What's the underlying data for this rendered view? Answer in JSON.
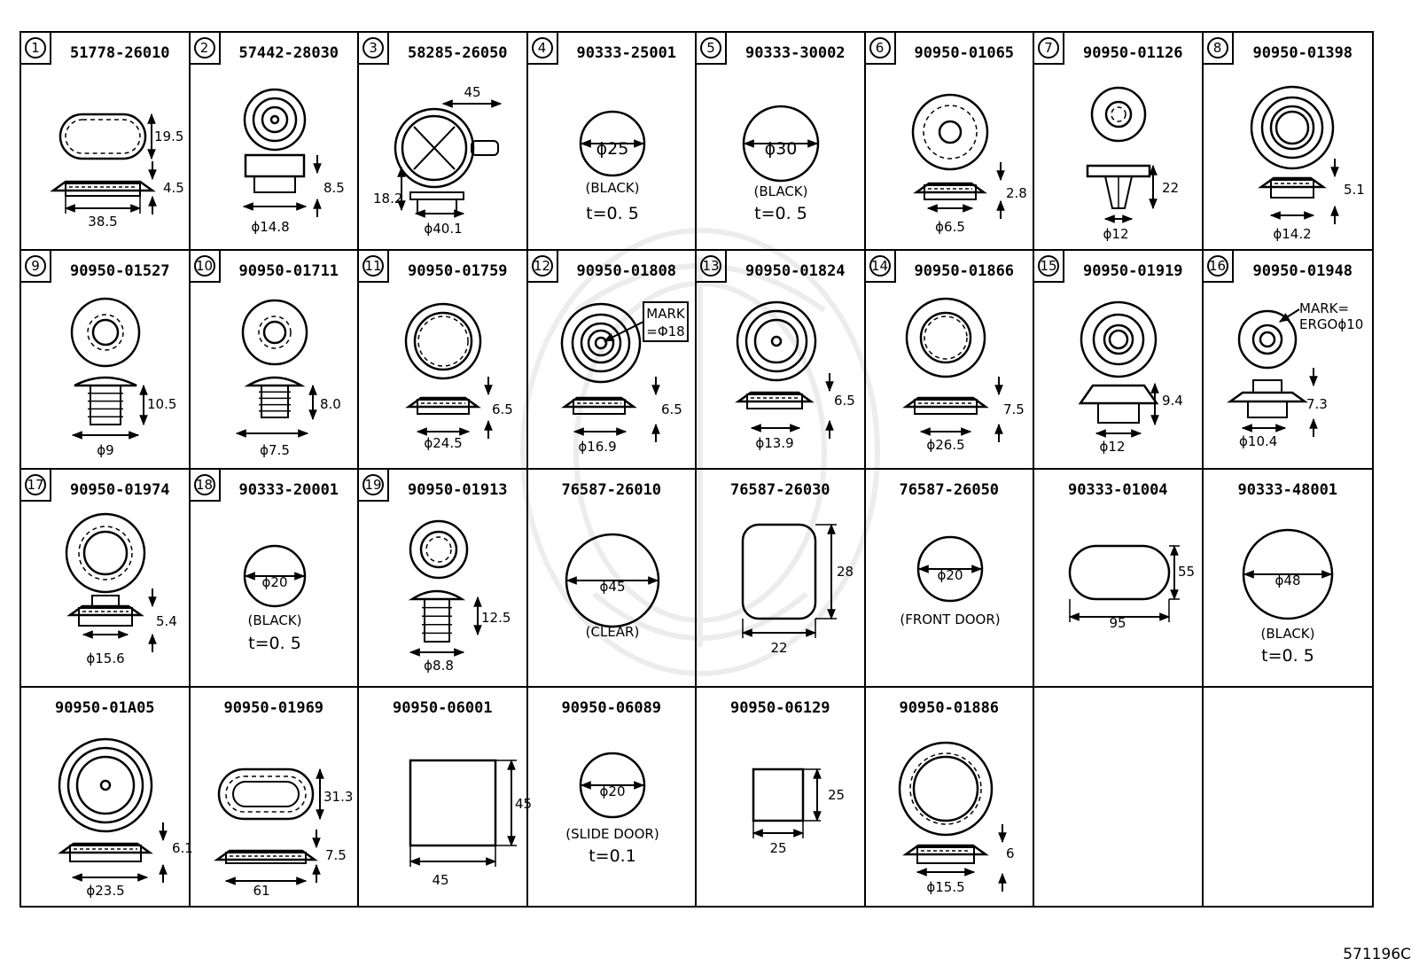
{
  "cells": [
    {
      "index": "1",
      "part": "51778-26010",
      "labels": [
        "19.5",
        "4.5",
        "38.5"
      ]
    },
    {
      "index": "2",
      "part": "57442-28030",
      "labels": [
        "8.5",
        "ϕ14.8"
      ]
    },
    {
      "index": "3",
      "part": "58285-26050",
      "labels": [
        "45",
        "18.2",
        "ϕ40.1"
      ]
    },
    {
      "index": "4",
      "part": "90333-25001",
      "labels": [
        "ϕ25",
        "(BLACK)",
        "t=0. 5"
      ]
    },
    {
      "index": "5",
      "part": "90333-30002",
      "labels": [
        "ϕ30",
        "(BLACK)",
        "t=0. 5"
      ]
    },
    {
      "index": "6",
      "part": "90950-01065",
      "labels": [
        "2.8",
        "ϕ6.5"
      ]
    },
    {
      "index": "7",
      "part": "90950-01126",
      "labels": [
        "22",
        "ϕ12"
      ]
    },
    {
      "index": "8",
      "part": "90950-01398",
      "labels": [
        "5.1",
        "ϕ14.2"
      ]
    },
    {
      "index": "9",
      "part": "90950-01527",
      "labels": [
        "10.5",
        "ϕ9"
      ]
    },
    {
      "index": "10",
      "part": "90950-01711",
      "labels": [
        "8.0",
        "ϕ7.5"
      ]
    },
    {
      "index": "11",
      "part": "90950-01759",
      "labels": [
        "6.5",
        "ϕ24.5"
      ]
    },
    {
      "index": "12",
      "part": "90950-01808",
      "labels": [
        "MARK",
        "=Φ18",
        "6.5",
        "ϕ16.9"
      ]
    },
    {
      "index": "13",
      "part": "90950-01824",
      "labels": [
        "6.5",
        "ϕ13.9"
      ]
    },
    {
      "index": "14",
      "part": "90950-01866",
      "labels": [
        "7.5",
        "ϕ26.5"
      ]
    },
    {
      "index": "15",
      "part": "90950-01919",
      "labels": [
        "9.4",
        "ϕ12"
      ]
    },
    {
      "index": "16",
      "part": "90950-01948",
      "labels": [
        "MARK=",
        "ERGOϕ10",
        "7.3",
        "ϕ10.4"
      ]
    },
    {
      "index": "17",
      "part": "90950-01974",
      "labels": [
        "5.4",
        "ϕ15.6"
      ]
    },
    {
      "index": "18",
      "part": "90333-20001",
      "labels": [
        "ϕ20",
        "(BLACK)",
        "t=0. 5"
      ]
    },
    {
      "index": "19",
      "part": "90950-01913",
      "labels": [
        "12.5",
        "ϕ8.8"
      ]
    },
    {
      "index": "",
      "part": "76587-26010",
      "labels": [
        "ϕ45",
        "(CLEAR)"
      ]
    },
    {
      "index": "",
      "part": "76587-26030",
      "labels": [
        "28",
        "22"
      ]
    },
    {
      "index": "",
      "part": "76587-26050",
      "labels": [
        "ϕ20",
        "(FRONT DOOR)"
      ]
    },
    {
      "index": "",
      "part": "90333-01004",
      "labels": [
        "55",
        "95"
      ]
    },
    {
      "index": "",
      "part": "90333-48001",
      "labels": [
        "ϕ48",
        "(BLACK)",
        "t=0. 5"
      ]
    },
    {
      "index": "",
      "part": "90950-01A05",
      "labels": [
        "6.1",
        "ϕ23.5"
      ]
    },
    {
      "index": "",
      "part": "90950-01969",
      "labels": [
        "31.3",
        "7.5",
        "61"
      ]
    },
    {
      "index": "",
      "part": "90950-06001",
      "labels": [
        "45",
        "45"
      ]
    },
    {
      "index": "",
      "part": "90950-06089",
      "labels": [
        "ϕ20",
        "(SLIDE DOOR)",
        "t=0.1"
      ]
    },
    {
      "index": "",
      "part": "90950-06129",
      "labels": [
        "25",
        "25"
      ]
    },
    {
      "index": "",
      "part": "90950-01886",
      "labels": [
        "6",
        "ϕ15.5"
      ]
    },
    {
      "index": "",
      "part": "",
      "labels": []
    },
    {
      "index": "",
      "part": "",
      "labels": []
    }
  ],
  "diagram_code": "571196C"
}
